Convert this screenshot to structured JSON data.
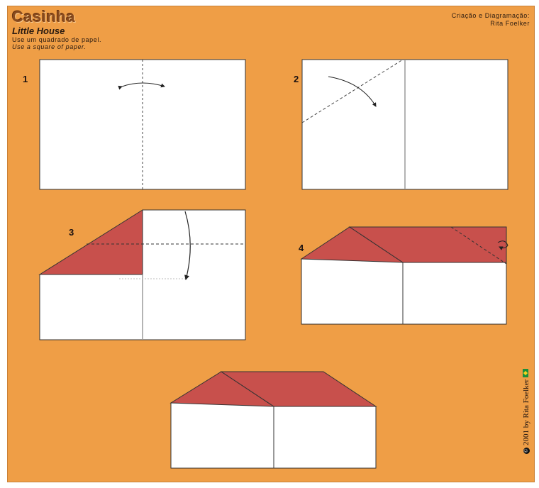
{
  "header": {
    "title": "Casinha",
    "subtitle": "Little House",
    "instruction_pt": "Use um quadrado de papel.",
    "instruction_en": "Use a square of paper.",
    "credit_line1": "Criação e Diagramação:",
    "credit_line2": "Rita Foelker"
  },
  "steps": [
    {
      "number": "1"
    },
    {
      "number": "2"
    },
    {
      "number": "3"
    },
    {
      "number": "4"
    }
  ],
  "footer": {
    "copyright_text": "2001 by Rita Foelker"
  },
  "colors": {
    "background": "#ef9e46",
    "paper": "#ffffff",
    "roof": "#c8504c",
    "line": "#333333"
  }
}
